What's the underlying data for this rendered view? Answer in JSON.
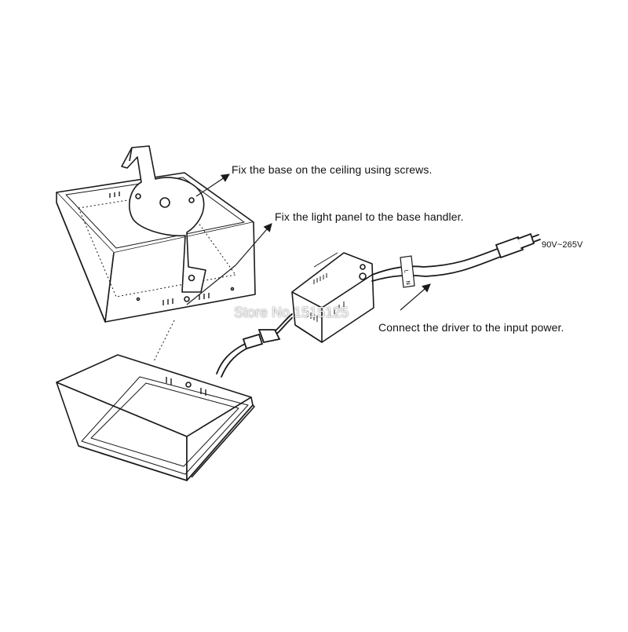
{
  "annotations": {
    "fix_base": "Fix the base on the ceiling using screws.",
    "fix_panel": "Fix the light panel to the base handler.",
    "connect_driver": "Connect the driver to the input power.",
    "voltage": "90V~265V"
  },
  "watermark": "Store No.1515125",
  "line_color": "#1a1a1a"
}
